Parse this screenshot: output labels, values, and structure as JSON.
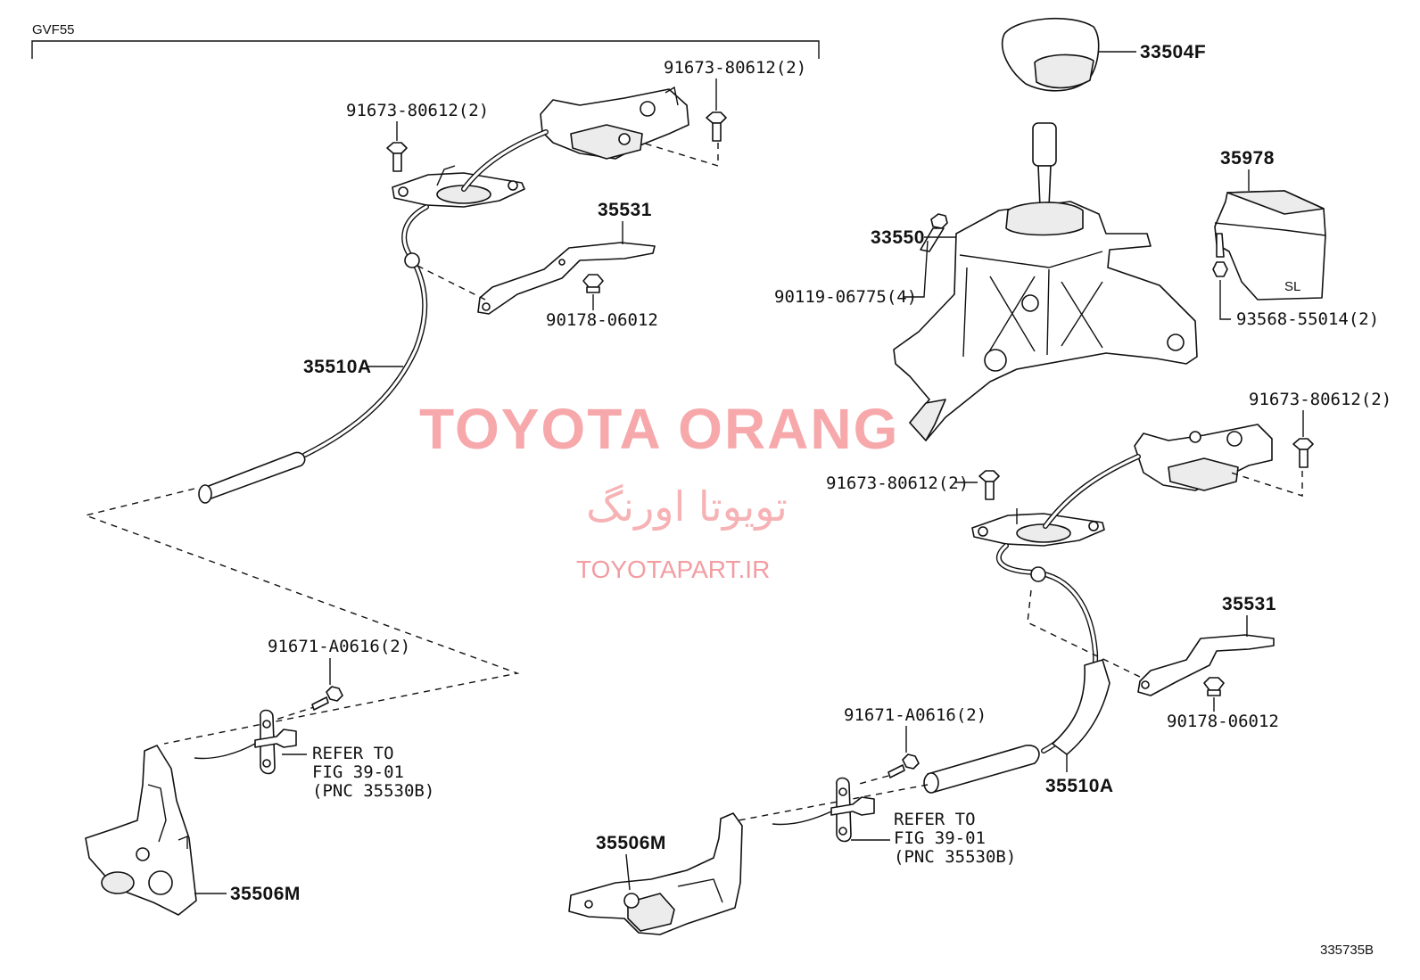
{
  "model_code": "GVF55",
  "figure_id": "335735B",
  "watermark": {
    "brand": "TOYOTA ORANG",
    "brand_persian": "تویوتا اورنگ",
    "site": "TOYOTAPART.IR"
  },
  "parts": {
    "knob": "33504F",
    "shift_lever_assy": "33550",
    "switch_35978": "35978",
    "screw_93568": "93568-55014(2)",
    "bolt_90119": "90119-06775(4)",
    "bolt_upper_left_a": "91673-80612(2)",
    "bolt_upper_left_b": "91673-80612(2)",
    "bracket_left": "35531",
    "nut_left": "90178-06012",
    "cable_left": "35510A",
    "bolt_lower_left": "91671-A0616(2)",
    "bracket_lower_left": "35506M",
    "bolt_right_a": "91673-80612(2)",
    "bolt_right_b": "91673-80612(2)",
    "bracket_right": "35531",
    "nut_right": "90178-06012",
    "cable_right": "35510A",
    "bolt_lower_right": "91671-A0616(2)",
    "bracket_lower_right": "35506M"
  },
  "refer_left": {
    "line1": "REFER TO",
    "line2": "FIG 39-01",
    "line3": "(PNC 35530B)"
  },
  "refer_right": {
    "line1": "REFER TO",
    "line2": "FIG 39-01",
    "line3": "(PNC 35530B)"
  },
  "switch_marking": "SL"
}
